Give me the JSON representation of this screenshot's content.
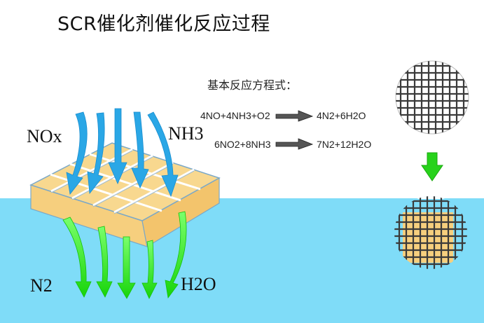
{
  "title": "SCR催化剂催化反应过程",
  "labels": {
    "nox": "NOx",
    "nh3": "NH3",
    "n2": "N2",
    "h2o": "H2O"
  },
  "equations": {
    "heading": "基本反应方程式：",
    "eq1_left": "4NO+4NH3+O2",
    "eq1_right": "4N2+6H2O",
    "eq2_left": "6NO2+8NH3",
    "eq2_right": "7N2+12H2O"
  },
  "colors": {
    "water": "#7fdcf8",
    "inlet_arrow": "#2aa7e6",
    "outlet_arrow": "#22e016",
    "catalyst": "#f6cf7e",
    "process_arrow": "#27d21b"
  }
}
